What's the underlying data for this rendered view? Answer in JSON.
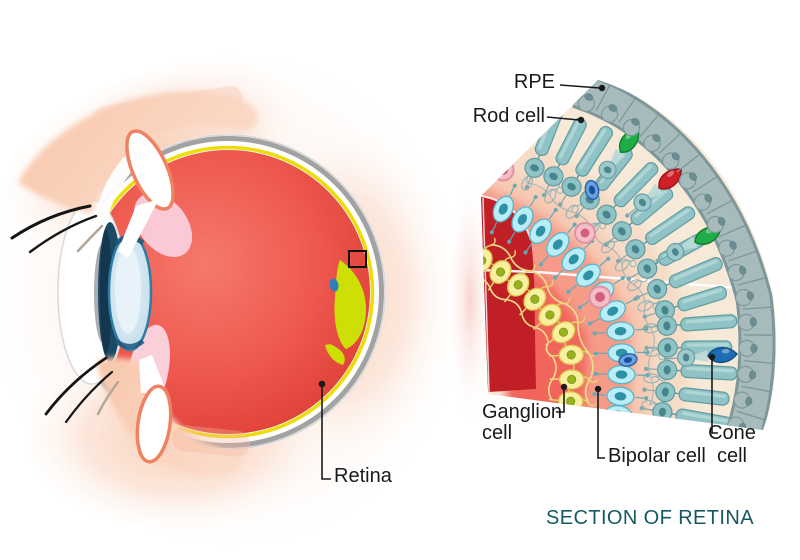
{
  "figure": {
    "left_panel": {
      "name": "eye-cross-section",
      "label_retina": "Retina"
    },
    "right_panel": {
      "name": "section-of-retina",
      "labels": {
        "rpe": "RPE",
        "rod_cell": "Rod cell",
        "ganglion_cell": "Ganglion cell",
        "bipolar_cell": "Bipolar cell",
        "cone_cell": "Cone cell"
      },
      "caption": "SECTION OF RETINA"
    },
    "colors": {
      "caption_text": "#155a63",
      "label_text": "#1a1a1a",
      "vitreous_red": "#ee584e",
      "retina_yellow": "#eedd05",
      "sclera_gray": "#a2a2a2",
      "optic_yellow_green": "#cddf04",
      "choroid_red": "#c02025",
      "rpe_gray": "#a7bbbc",
      "rod_teal": "#8fc3c5",
      "bipolar_cyan": "#b9edf8",
      "ganglion_yellow": "#f8f0a0",
      "cone_green": "#1fad48",
      "cone_red": "#d11f26",
      "cone_blue": "#1d6cb5",
      "skin_peach": "#f8cbb0",
      "lens_blue": "#bfdbe9"
    }
  }
}
